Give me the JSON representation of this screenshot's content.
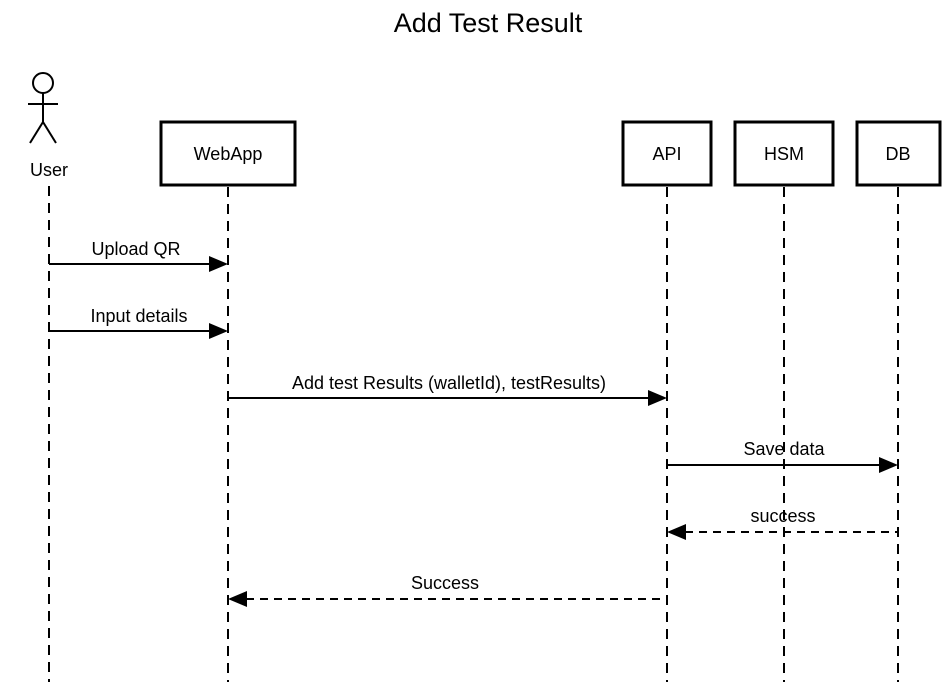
{
  "title": "Add Test Result",
  "actor": {
    "label": "User"
  },
  "participants": [
    {
      "id": "webapp",
      "label": "WebApp"
    },
    {
      "id": "api",
      "label": "API"
    },
    {
      "id": "hsm",
      "label": "HSM"
    },
    {
      "id": "db",
      "label": "DB"
    }
  ],
  "messages": [
    {
      "from": "user",
      "to": "webapp",
      "label": "Upload QR",
      "style": "solid"
    },
    {
      "from": "user",
      "to": "webapp",
      "label": "Input details",
      "style": "solid"
    },
    {
      "from": "webapp",
      "to": "api",
      "label": "Add test Results (walletId), testResults)",
      "style": "solid"
    },
    {
      "from": "api",
      "to": "db",
      "label": "Save data",
      "style": "solid"
    },
    {
      "from": "db",
      "to": "api",
      "label": "success",
      "style": "dashed"
    },
    {
      "from": "api",
      "to": "webapp",
      "label": "Success",
      "style": "dashed"
    }
  ]
}
